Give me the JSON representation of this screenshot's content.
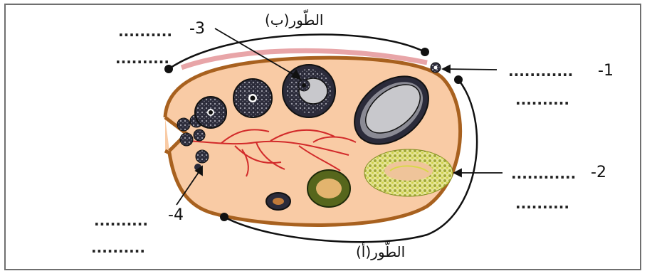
{
  "labels": {
    "stage_b": "الطّور(ب)",
    "stage_a": "الطّور(أ)",
    "n1": "-1",
    "n2": "-2",
    "n3": "-3",
    "n4": "-4"
  },
  "blanks": {
    "top_left_1": "..........",
    "top_left_2": "..........",
    "right_1a": "............",
    "right_1b": "..........",
    "right_2a": "............",
    "right_2b": "..........",
    "bottom_left_1": "..........",
    "bottom_left_2": ".........."
  },
  "colors": {
    "ovary_fill": "#f9cba5",
    "ovary_wall": "#a8611f",
    "pink_layer": "#e8a5a8",
    "vessel_red": "#d22a2a",
    "follicle_dark": "#2b2b3a",
    "antrum_gray": "#c8c8cc",
    "corpus_yellow": "#d9d84a",
    "arrow_black": "#111111"
  }
}
